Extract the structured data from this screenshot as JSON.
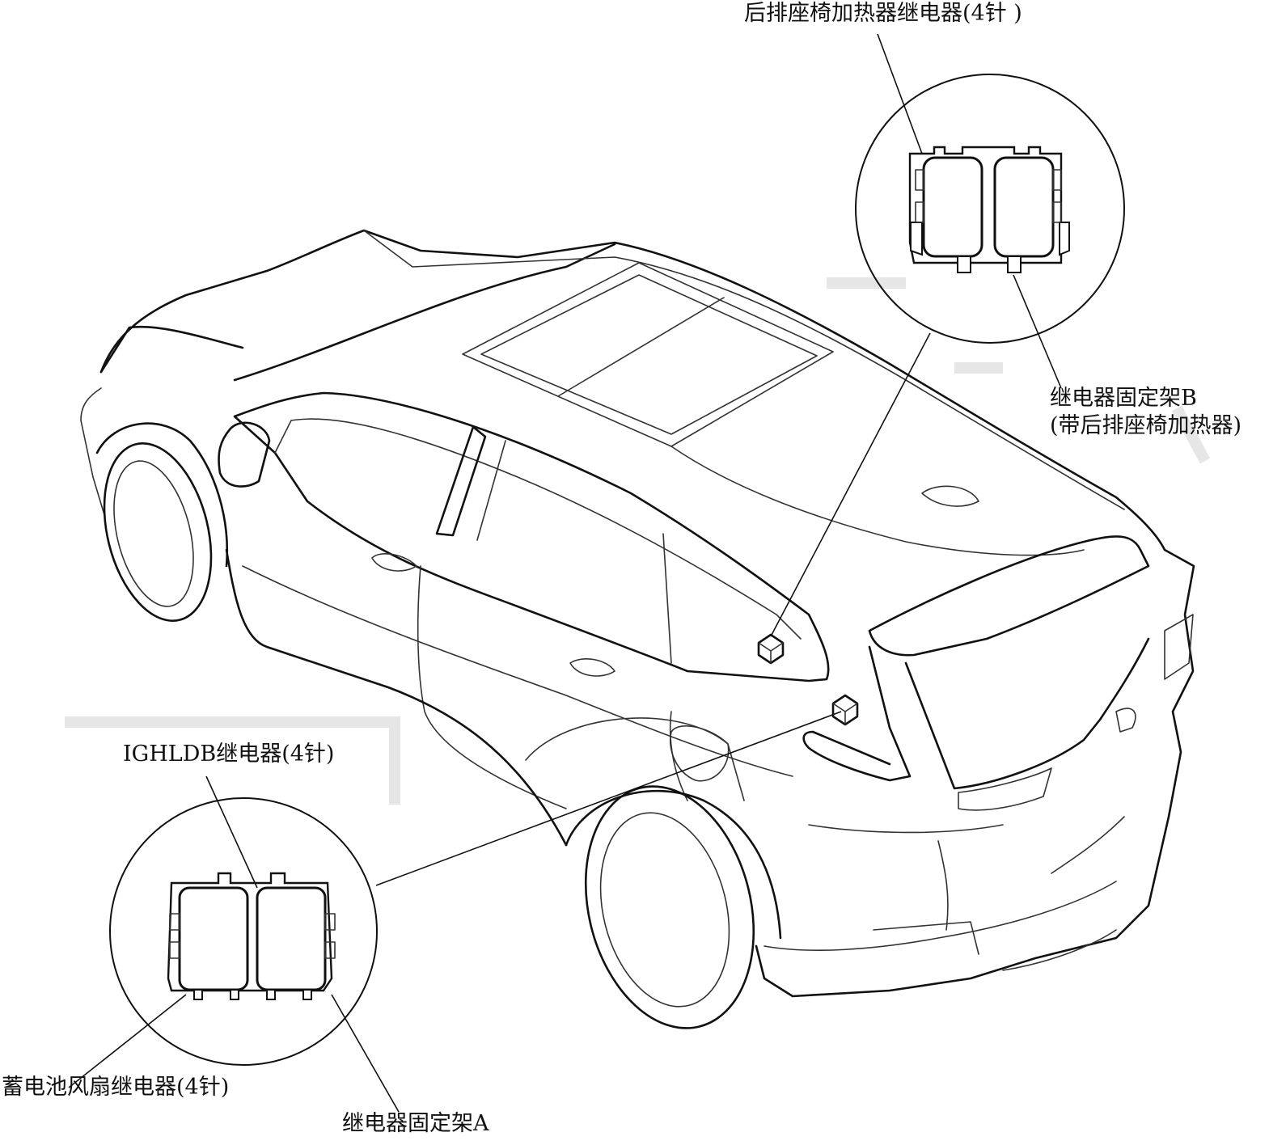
{
  "labels": {
    "rear_seat_heater_relay": "后排座椅加热器继电器(4针 )",
    "relay_bracket_b_line1": "继电器固定架B",
    "relay_bracket_b_line2": "(带后排座椅加热器)",
    "ighldb_relay": "IGHLDB继电器(4针)",
    "battery_fan_relay": "蓄电池风扇继电器(4针)",
    "relay_bracket_a": "继电器固定架A"
  }
}
